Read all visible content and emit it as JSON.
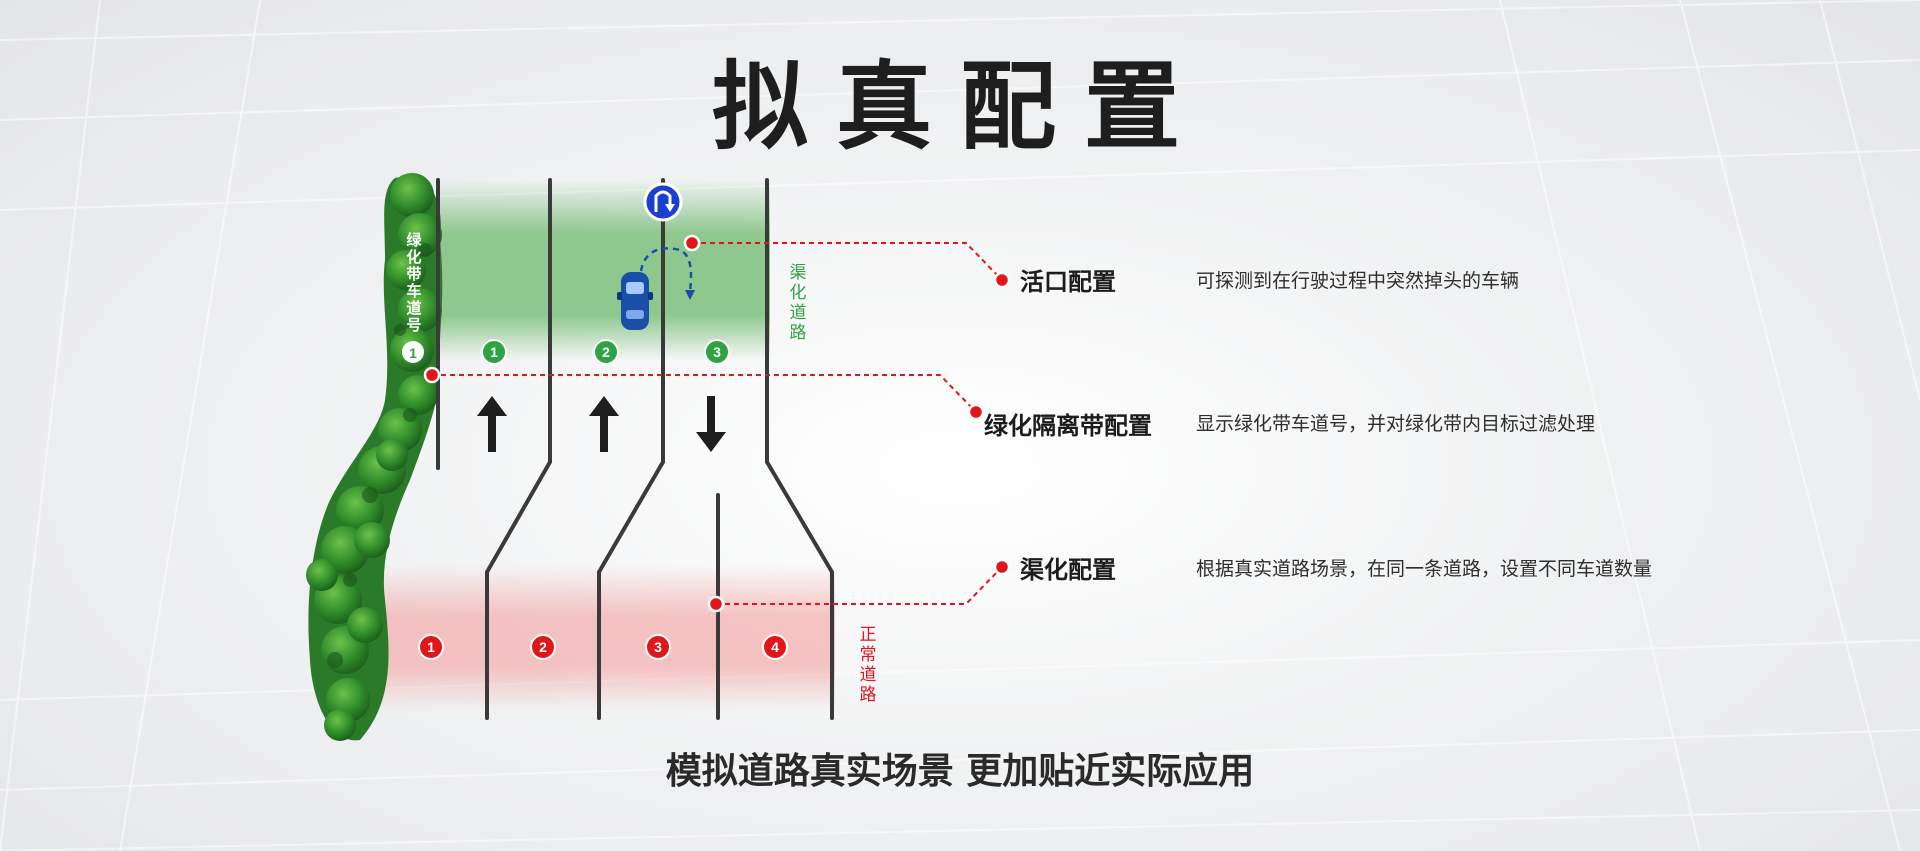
{
  "title": "拟真配置",
  "subtitle": "模拟道路真实场景 更加贴近实际应用",
  "diagram": {
    "green_belt_label": "绿化带车道号",
    "green_belt_lane": "1",
    "channelized_label": "渠化道路",
    "normal_label": "正常道路",
    "top_lanes": [
      "1",
      "2",
      "3"
    ],
    "bottom_lanes": [
      "1",
      "2",
      "3",
      "4"
    ],
    "u_turn_sign_icon": "u-turn-icon",
    "directions": [
      "up",
      "up",
      "down"
    ]
  },
  "features": [
    {
      "name": "活口配置",
      "desc": "可探测到在行驶过程中突然掉头的车辆"
    },
    {
      "name": "绿化隔离带配置",
      "desc": "显示绿化带车道号，并对绿化带内目标过滤处理"
    },
    {
      "name": "渠化配置",
      "desc": "根据真实道路场景，在同一条道路，设置不同车道数量"
    }
  ],
  "colors": {
    "accent_red": "#e0161b",
    "green_zone": "#7cc07c",
    "lane_number_green": "#2ea343",
    "sign_blue": "#1c3fd1",
    "car_blue": "#1a4fa8"
  }
}
